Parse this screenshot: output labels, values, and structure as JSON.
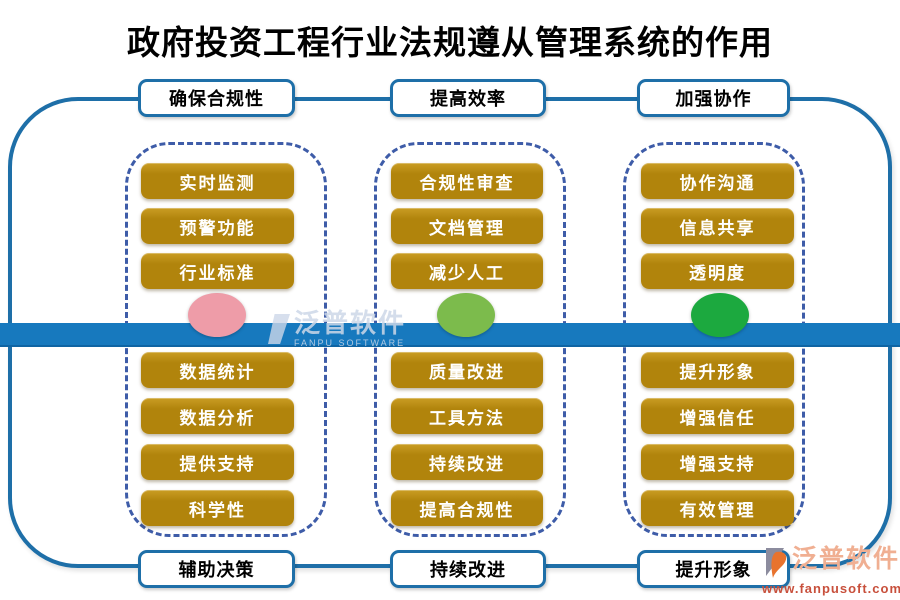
{
  "title": "政府投资工程行业法规遵从管理系统的作用",
  "columns": [
    {
      "top_tab": "确保合规性",
      "bottom_tab": "辅助决策",
      "top_items": [
        "实时监测",
        "预警功能",
        "行业标准"
      ],
      "bottom_items": [
        "数据统计",
        "数据分析",
        "提供支持",
        "科学性"
      ]
    },
    {
      "top_tab": "提高效率",
      "bottom_tab": "持续改进",
      "top_items": [
        "合规性审查",
        "文档管理",
        "减少人工"
      ],
      "bottom_items": [
        "质量改进",
        "工具方法",
        "持续改进",
        "提高合规性"
      ]
    },
    {
      "top_tab": "加强协作",
      "bottom_tab": "提升形象",
      "top_items": [
        "协作沟通",
        "信息共享",
        "透明度"
      ],
      "bottom_items": [
        "提升形象",
        "增强信任",
        "增强支持",
        "有效管理"
      ]
    }
  ],
  "colors": {
    "container_border": "#1E6FA8",
    "dashed_border": "#3E5CA8",
    "axis_bar": "#1779BE",
    "item_gold": "#B1840C",
    "ellipses": [
      "#EE9CA8",
      "#7CBB4C",
      "#1CA93F"
    ]
  },
  "center_watermark": {
    "brand": "泛普软件",
    "subtext": "FANPU SOFTWARE"
  },
  "logo": {
    "brand": "泛普软件",
    "url": "www.fanpusoft.com"
  }
}
